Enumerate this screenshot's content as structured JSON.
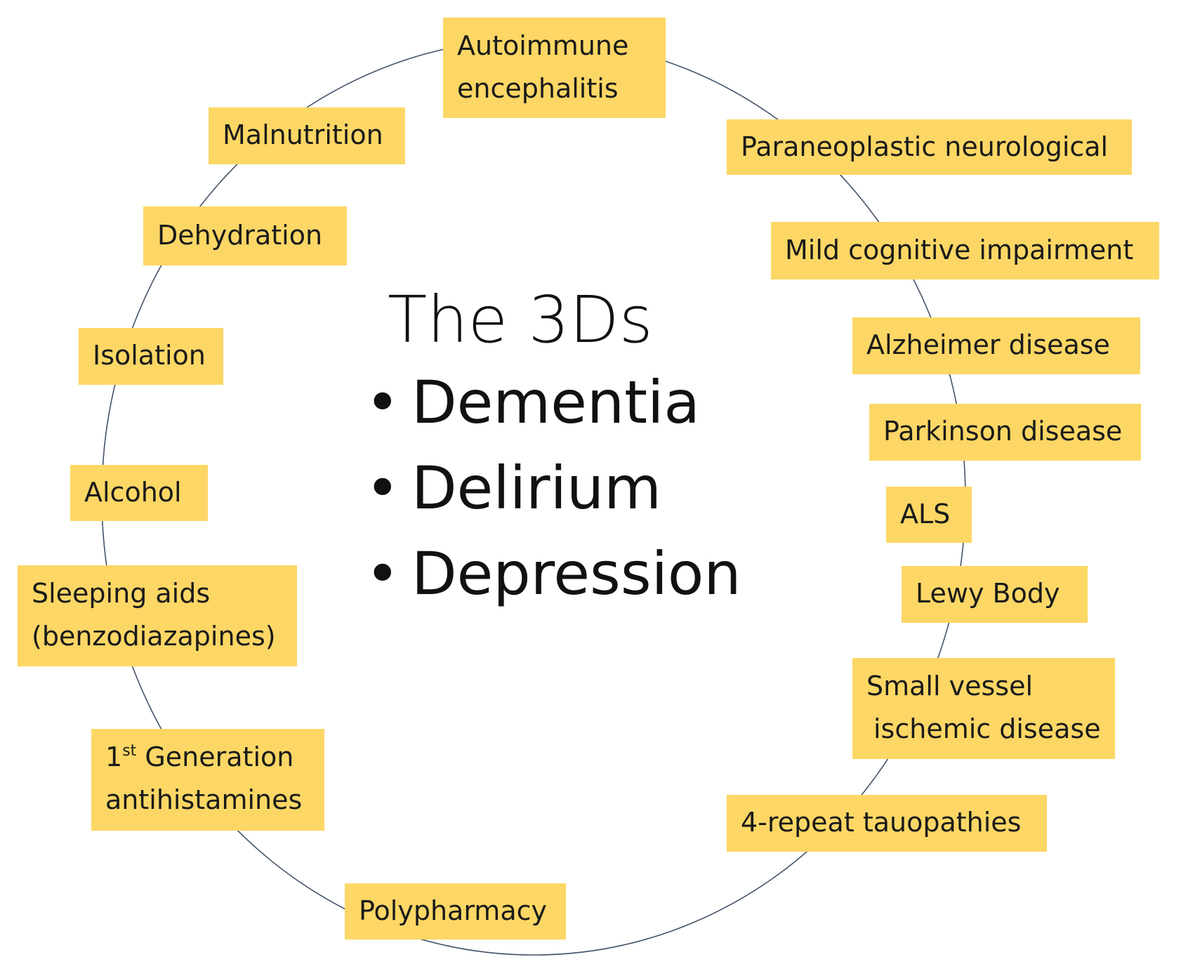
{
  "center": {
    "title": "The 3Ds",
    "bullet_symbol": "•",
    "items": [
      "Dementia",
      "Delirium",
      "Depression"
    ]
  },
  "causes": {
    "autoimmune": [
      "Autoimmune",
      "encephalitis"
    ],
    "paraneoplastic": "Paraneoplastic neurological",
    "mci": "Mild cognitive impairment",
    "alzheimer": "Alzheimer disease",
    "parkinson": "Parkinson disease",
    "als": "ALS",
    "lewy": "Lewy Body",
    "small_vessel": [
      "Small vessel",
      "ischemic disease"
    ],
    "tauopathies": "4-repeat tauopathies",
    "polypharmacy": "Polypharmacy",
    "antihistamines": {
      "number": "1",
      "ordinal": "st",
      "rest": " Generation",
      "line2": "antihistamines"
    },
    "sleeping_aids": [
      "Sleeping aids",
      "(benzodiazapines)"
    ],
    "alcohol": "Alcohol",
    "isolation": "Isolation",
    "dehydration": "Dehydration",
    "malnutrition": "Malnutrition"
  },
  "colors": {
    "box_fill": "#fcd765",
    "ring_stroke": "#44546a",
    "text": "#1a1a1a"
  }
}
